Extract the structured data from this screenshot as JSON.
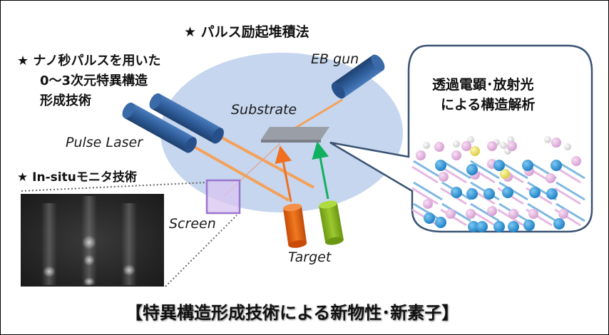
{
  "headings": {
    "pld": "★ パルス励起堆積法",
    "nanosecond_line1": "★ ナノ秒パルスを用いた",
    "nanosecond_line2": "0〜3次元特異構造",
    "nanosecond_line3": "形成技術",
    "insitu": "★ In-situモニタ技術",
    "analysis_line1": "透過電顕･放射光",
    "analysis_line2": "による構造解析",
    "caption": "【特異構造形成技術による新物性･新素子】"
  },
  "labels": {
    "eb_gun": "EB gun",
    "substrate": "Substrate",
    "pulse_laser": "Pulse Laser",
    "screen": "Screen",
    "target": "Target"
  },
  "colors": {
    "chamber": "#c5d6ee",
    "laser_body": "#2f5d9a",
    "beam": "#f4a15a",
    "arrow_orange": "#f07020",
    "arrow_green": "#10b060",
    "target_orange": "#e8600c",
    "target_green": "#8cb820",
    "screen": "#b89ae0",
    "callout_border": "#3a5272",
    "atom_blue": "#2a95d8",
    "atom_pink": "#e8b4e0",
    "atom_white": "#f2f2f2",
    "atom_yellow": "#eee070"
  }
}
